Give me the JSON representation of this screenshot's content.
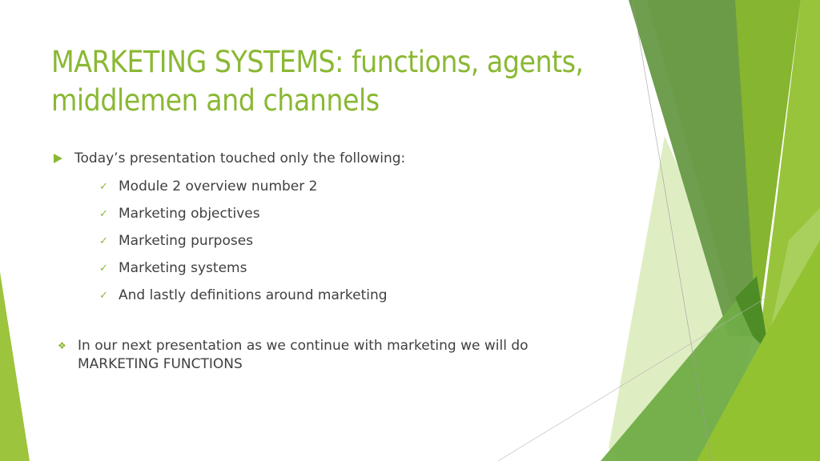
{
  "slide": {
    "title": "MARKETING SYSTEMS: functions, agents, middlemen and channels",
    "main_bullet": "Today’s presentation touched only the following:",
    "sub_bullets": [
      "Module 2 overview number 2",
      "Marketing objectives",
      "Marketing purposes",
      "Marketing systems",
      "And lastly definitions around marketing"
    ],
    "next_bullet_line1": "In our next presentation as we continue with marketing we will do",
    "next_bullet_line2": "MARKETING FUNCTIONS"
  },
  "icons": {
    "main_bullet": "triangle-right-icon",
    "sub_bullet": "checkmark-icon",
    "next_bullet": "diamond-cluster-icon"
  },
  "glyphs": {
    "check": "✓",
    "diamond": "❖"
  },
  "colors": {
    "accent": "#8ab833",
    "text": "#404040",
    "background": "#ffffff",
    "deco_dark": "#6b9a45",
    "deco_mid": "#86b52f",
    "deco_light": "#98c63a",
    "deco_pale": "#d9eab8"
  }
}
